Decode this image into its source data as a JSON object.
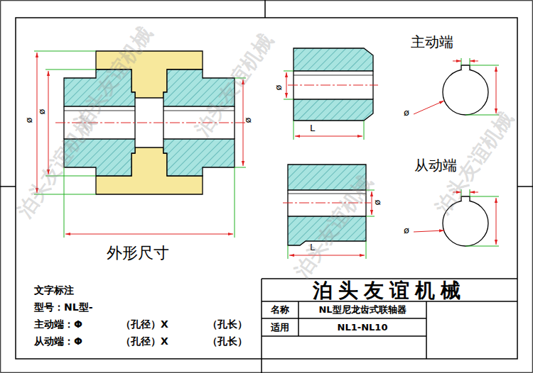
{
  "diagram": {
    "labels": [
      "ø",
      "ø",
      "ø",
      "外形尺寸",
      "主动端",
      "ø",
      "ø",
      "L",
      "从动端",
      "ø",
      "ø",
      "L",
      "文字标注",
      "型号：NL型-",
      "主动端：Φ",
      "（孔径）X",
      "（孔长）",
      "从动端：Φ",
      "（孔径）X",
      "（孔长）",
      "泊头友谊机械",
      "名称",
      "NL型尼龙齿式联轴器",
      "适用",
      "NL1-NL10",
      "泊头友谊机械",
      "泊头友谊机械",
      "泊头友谊机械",
      "泊头友谊机械",
      "泊头友谊机械"
    ]
  }
}
